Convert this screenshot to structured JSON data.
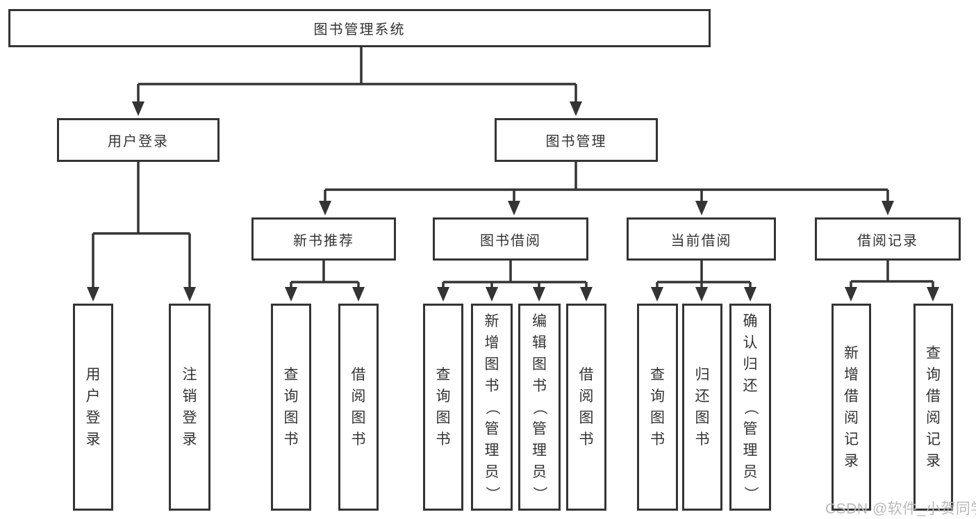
{
  "diagram": {
    "root": {
      "label": "图书管理系统",
      "children": [
        {
          "label": "用户登录",
          "children": [
            {
              "label": "用户登录"
            },
            {
              "label": "注销登录"
            }
          ]
        },
        {
          "label": "图书管理",
          "children": [
            {
              "label": "新书推荐",
              "children": [
                {
                  "label": "查询图书"
                },
                {
                  "label": "借阅图书"
                }
              ]
            },
            {
              "label": "图书借阅",
              "children": [
                {
                  "label": "查询图书"
                },
                {
                  "label": "新增图书（管理员）"
                },
                {
                  "label": "编辑图书（管理员）"
                },
                {
                  "label": "借阅图书"
                }
              ]
            },
            {
              "label": "当前借阅",
              "children": [
                {
                  "label": "查询图书"
                },
                {
                  "label": "归还图书"
                },
                {
                  "label": "确认归还（管理员）"
                }
              ]
            },
            {
              "label": "借阅记录",
              "children": [
                {
                  "label": "新增借阅记录"
                },
                {
                  "label": "查询借阅记录"
                }
              ]
            }
          ]
        }
      ]
    }
  },
  "watermark": {
    "text": "CSDN @软件_小贺同学"
  },
  "colors": {
    "line": "#343434",
    "box_border": "#343434",
    "box_fill": "#ffffff",
    "text": "#333333",
    "watermark": "#b9b9b9"
  }
}
